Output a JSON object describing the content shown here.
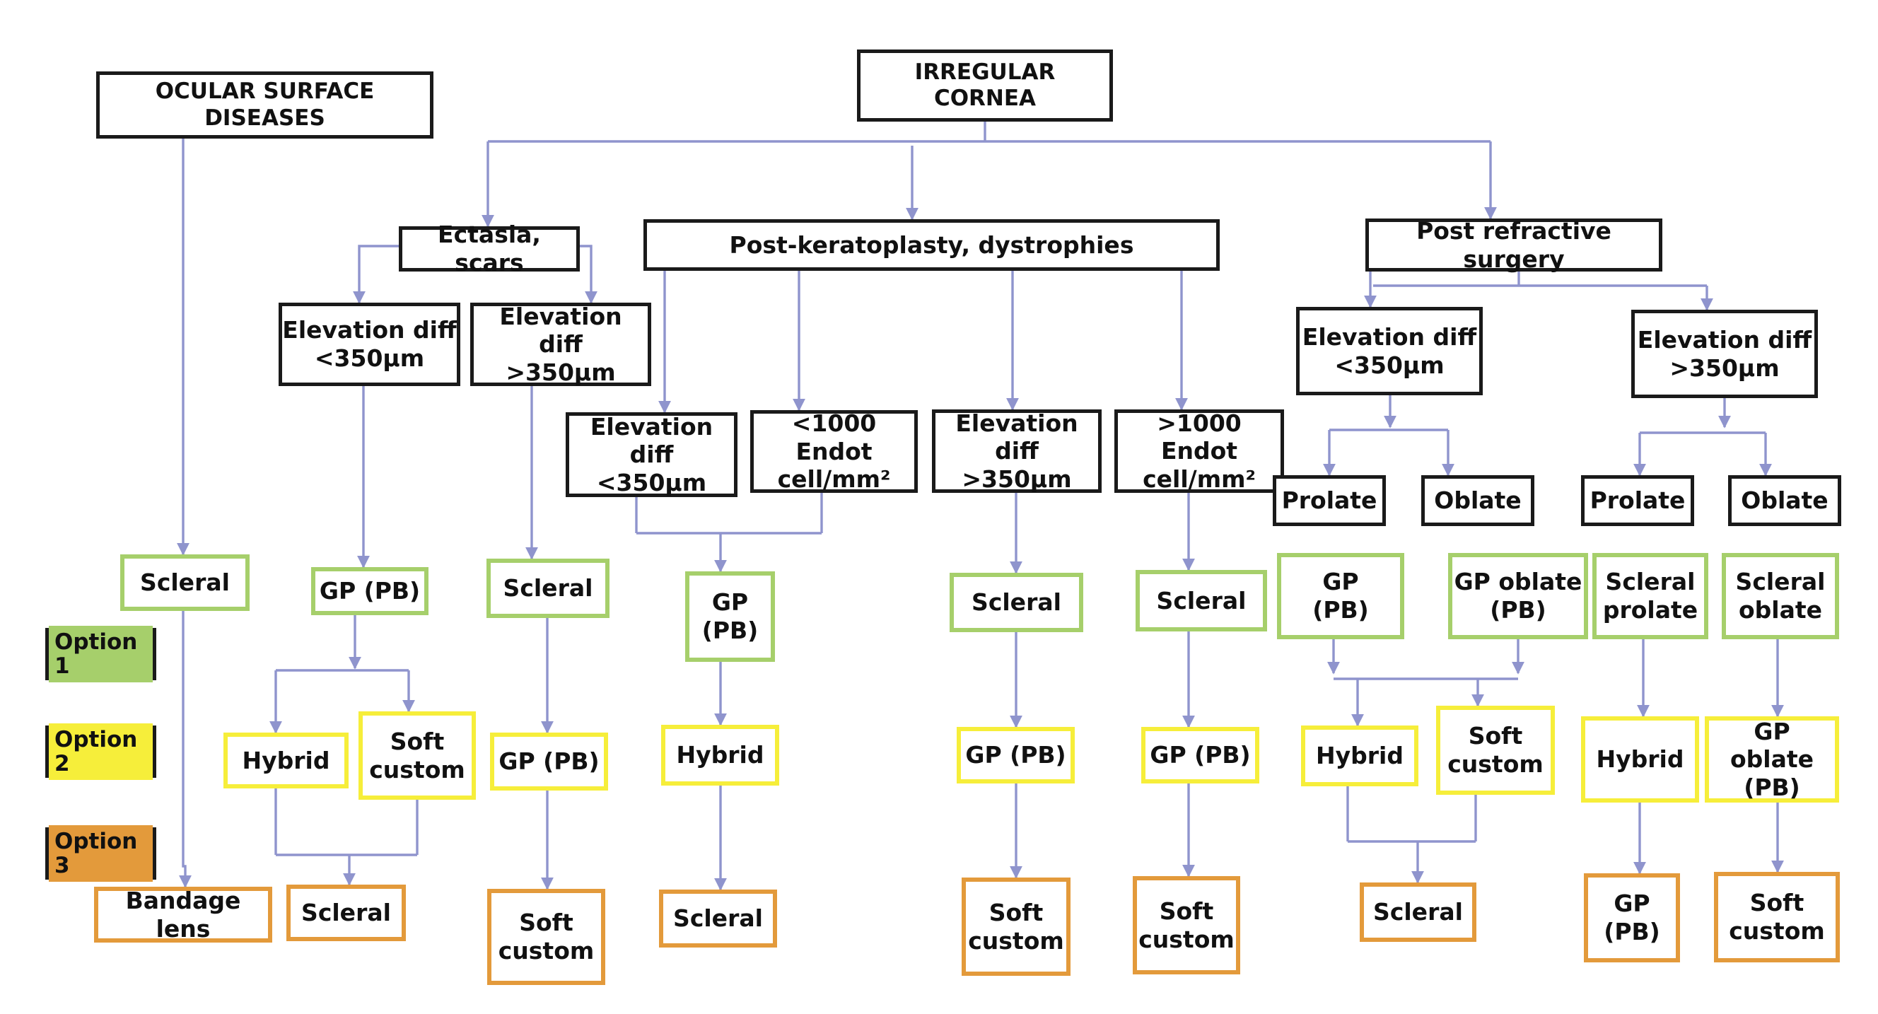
{
  "colors": {
    "connector": "#8f94cd",
    "category_border": "#1a1a1a",
    "option_1": "#a6cf6b",
    "option_2": "#f6ee3a",
    "option_3": "#e39a3b"
  },
  "legend": {
    "option_1": "Option 1",
    "option_2": "Option 2",
    "option_3": "Option 3"
  },
  "ocular": {
    "root": "OCULAR SURFACE DISEASES",
    "option_1": "Scleral",
    "option_3": "Bandage lens"
  },
  "irregular": {
    "root": "IRREGULAR CORNEA",
    "ectasia": {
      "label": "Ectasia, scars",
      "low": {
        "label": "Elevation diff\n<350µm",
        "option_1": "GP (PB)",
        "option_2a": "Hybrid",
        "option_2b": "Soft\ncustom",
        "option_3": "Scleral"
      },
      "high": {
        "label": "Elevation diff\n>350µm",
        "option_1": "Scleral",
        "option_2": "GP (PB)",
        "option_3": "Soft\ncustom"
      }
    },
    "keratoplasty": {
      "label": "Post-keratoplasty, dystrophies",
      "low_elev": "Elevation diff\n<350µm",
      "low_endot": "<1000 Endot\ncell/mm²",
      "low_option_1": "GP\n(PB)",
      "low_option_2": "Hybrid",
      "low_option_3": "Scleral",
      "high_elev": {
        "label": "Elevation diff\n>350µm",
        "option_1": "Scleral",
        "option_2": "GP (PB)",
        "option_3": "Soft\ncustom"
      },
      "high_endot": {
        "label": ">1000 Endot\ncell/mm²",
        "option_1": "Scleral",
        "option_2": "GP (PB)",
        "option_3": "Soft\ncustom"
      }
    },
    "refractive": {
      "label": "Post refractive surgery",
      "low": {
        "label": "Elevation diff\n<350µm",
        "prolate": "Prolate",
        "oblate": "Oblate",
        "prolate_option_1": "GP\n(PB)",
        "oblate_option_1": "GP oblate\n(PB)",
        "option_2a": "Hybrid",
        "option_2b": "Soft\ncustom",
        "option_3": "Scleral"
      },
      "high": {
        "label": "Elevation diff\n>350µm",
        "prolate": "Prolate",
        "oblate": "Oblate",
        "prolate_option_1": "Scleral\nprolate",
        "oblate_option_1": "Scleral\noblate",
        "prolate_option_2": "Hybrid",
        "oblate_option_2": "GP oblate\n(PB)",
        "prolate_option_3": "GP\n(PB)",
        "oblate_option_3": "Soft\ncustom"
      }
    }
  }
}
